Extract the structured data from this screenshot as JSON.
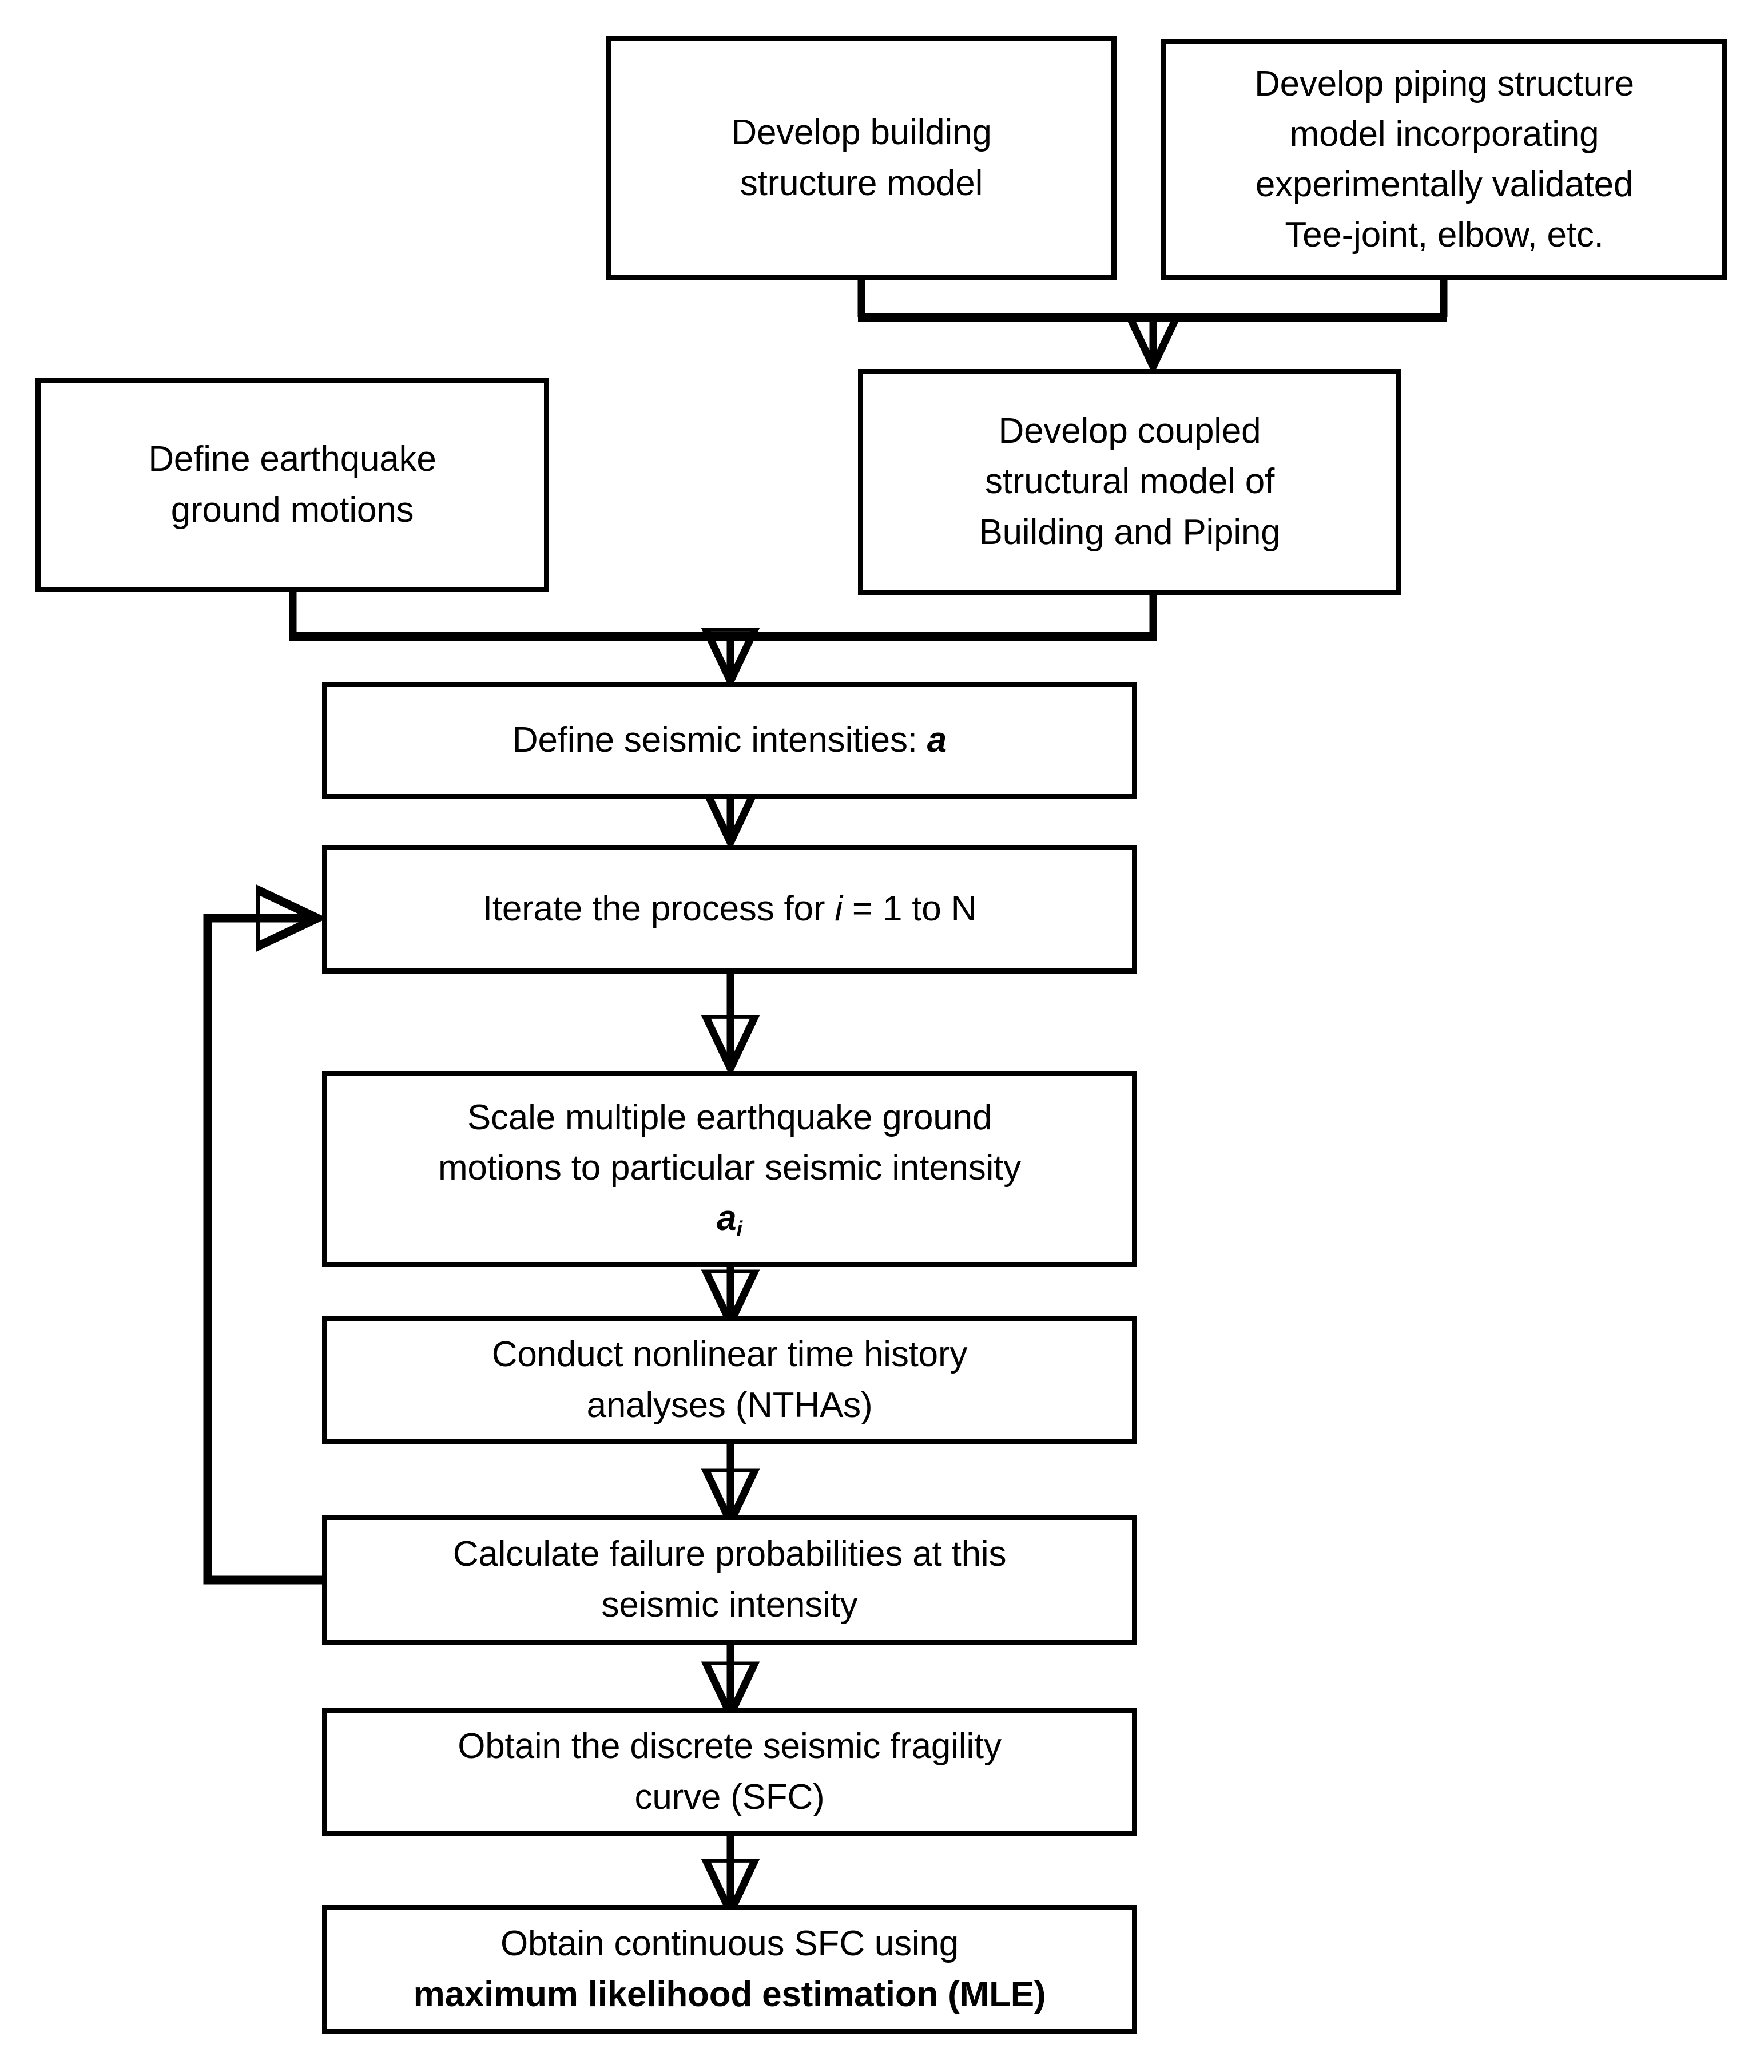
{
  "diagram": {
    "title": "Seismic fragility analysis workflow for coupled building-piping systems",
    "type": "flowchart",
    "orientation": "top-to-bottom",
    "background_color": "#ffffff",
    "line_color": "#000000",
    "text_color": "#000000"
  },
  "nodes": [
    {
      "id": "develop-building-structure-model",
      "label": "Develop building\nstructure model",
      "shape": "rectangle"
    },
    {
      "id": "develop-piping-structure-model",
      "label": "Develop piping structure\nmodel incorporating\nexperimentally validated\nTee-joint, elbow, etc.",
      "shape": "rectangle"
    },
    {
      "id": "define-earthquake-ground-motions",
      "label": "Define earthquake\nground motions",
      "shape": "rectangle"
    },
    {
      "id": "develop-coupled-structural-model",
      "label": "Develop coupled\nstructural model of\nBuilding and Piping",
      "shape": "rectangle"
    },
    {
      "id": "define-seismic-intensities",
      "label_prefix": "Define seismic intensities: ",
      "label_symbol": "a",
      "shape": "rectangle"
    },
    {
      "id": "iterate-the-process",
      "label_prefix": "Iterate the process for ",
      "label_symbol": "i",
      "label_suffix": " = 1 to N",
      "shape": "rectangle"
    },
    {
      "id": "scale-ground-motions",
      "label": "Scale multiple earthquake ground\nmotions to particular seismic intensity",
      "label_symbol": "a",
      "label_subscript": "i",
      "shape": "rectangle"
    },
    {
      "id": "conduct-nonlinear-time-history-analyses",
      "label": "Conduct nonlinear time history\nanalyses (NTHAs)",
      "shape": "rectangle"
    },
    {
      "id": "calculate-failure-probabilities",
      "label": "Calculate failure probabilities at this\nseismic intensity",
      "shape": "rectangle"
    },
    {
      "id": "obtain-discrete-sfc",
      "label": "Obtain the discrete seismic fragility\ncurve (SFC)",
      "shape": "rectangle"
    },
    {
      "id": "obtain-continuous-sfc",
      "label_line1": "Obtain continuous SFC using",
      "label_line2": "maximum likelihood estimation (MLE)",
      "shape": "rectangle"
    }
  ],
  "edges": [
    {
      "from": "develop-building-structure-model",
      "to": "develop-coupled-structural-model",
      "style": "elbow-merge",
      "arrow": true
    },
    {
      "from": "develop-piping-structure-model",
      "to": "develop-coupled-structural-model",
      "style": "elbow-merge",
      "arrow": true
    },
    {
      "from": "define-earthquake-ground-motions",
      "to": "define-seismic-intensities",
      "style": "elbow-merge",
      "arrow": true
    },
    {
      "from": "develop-coupled-structural-model",
      "to": "define-seismic-intensities",
      "style": "elbow-merge",
      "arrow": true
    },
    {
      "from": "define-seismic-intensities",
      "to": "iterate-the-process",
      "style": "straight",
      "arrow": true
    },
    {
      "from": "iterate-the-process",
      "to": "scale-ground-motions",
      "style": "straight",
      "arrow": true
    },
    {
      "from": "scale-ground-motions",
      "to": "conduct-nonlinear-time-history-analyses",
      "style": "straight",
      "arrow": true
    },
    {
      "from": "conduct-nonlinear-time-history-analyses",
      "to": "calculate-failure-probabilities",
      "style": "straight",
      "arrow": true
    },
    {
      "from": "calculate-failure-probabilities",
      "to": "iterate-the-process",
      "style": "feedback-loop-left",
      "arrow": true
    },
    {
      "from": "calculate-failure-probabilities",
      "to": "obtain-discrete-sfc",
      "style": "straight",
      "arrow": true
    },
    {
      "from": "obtain-discrete-sfc",
      "to": "obtain-continuous-sfc",
      "style": "straight",
      "arrow": true
    }
  ]
}
